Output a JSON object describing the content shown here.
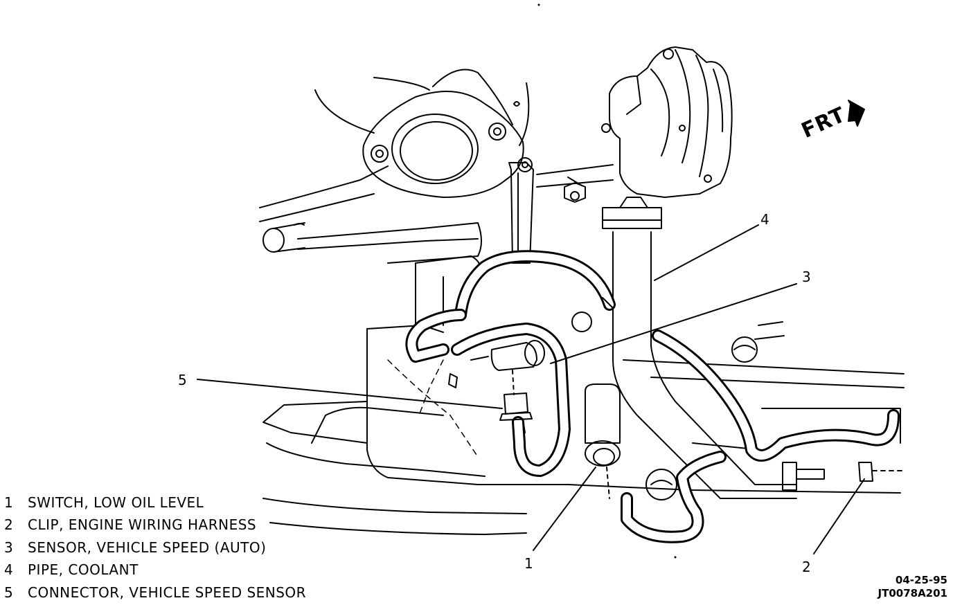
{
  "callouts": [
    {
      "number": "1"
    },
    {
      "number": "2"
    },
    {
      "number": "3"
    },
    {
      "number": "4"
    },
    {
      "number": "5"
    }
  ],
  "legend": [
    {
      "number": "1",
      "label": "SWITCH, LOW OIL LEVEL"
    },
    {
      "number": "2",
      "label": "CLIP, ENGINE WIRING HARNESS"
    },
    {
      "number": "3",
      "label": "SENSOR, VEHICLE SPEED (AUTO)"
    },
    {
      "number": "4",
      "label": "PIPE, COOLANT"
    },
    {
      "number": "5",
      "label": "CONNECTOR, VEHICLE SPEED SENSOR"
    }
  ],
  "direction_label": "FRT",
  "date_code": "04-25-95",
  "figure_code": "JT0078A201"
}
